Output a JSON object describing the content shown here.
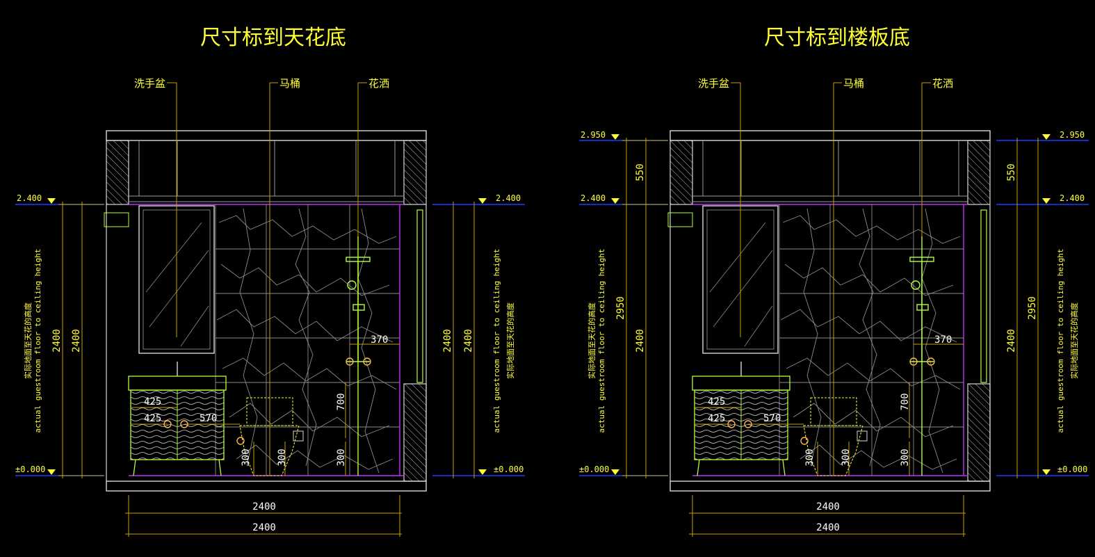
{
  "colors": {
    "background": "#000000",
    "annotation": "#ffff33",
    "leader": "#c8a000",
    "wall": "#d9d9d9",
    "tile": "#9a9a9a",
    "fixture": "#b5ff3a",
    "ceiling_line": "#c030ff",
    "level_line": "#1a3cff"
  },
  "panels": [
    {
      "title": "尺寸标到天花底",
      "callouts": {
        "basin": "洗手盆",
        "toilet": "马桶",
        "shower": "花洒"
      },
      "levels": {
        "ceiling": "2.400",
        "floor": "±0.000",
        "floor_right": "±0.000"
      },
      "vertical_dims": {
        "height_a": "2400",
        "height_b": "2400",
        "height_c": "2400",
        "height_d": "2400"
      },
      "notes": {
        "cn": "实际地面至天花的高度",
        "en": "actual guestroom floor to ceiling height"
      },
      "inner_dims": {
        "d425a": "425",
        "d425b": "425",
        "d570": "570",
        "d370": "370",
        "d700": "700",
        "d300a": "300",
        "d300b": "300",
        "d300c": "300"
      },
      "bottom_dims": {
        "width_1": "2400",
        "width_2": "2400"
      }
    },
    {
      "title": "尺寸标到楼板底",
      "callouts": {
        "basin": "洗手盆",
        "toilet": "马桶",
        "shower": "花洒"
      },
      "levels": {
        "slab": "2.950",
        "ceiling": "2.400",
        "floor": "±0.000",
        "slab_right": "2.950",
        "ceiling_right": "2.400",
        "floor_right": "±0.000"
      },
      "vertical_dims": {
        "plenum_left": "550",
        "slab_left": "2950",
        "height_left": "2400",
        "plenum_right": "550",
        "slab_right": "2950",
        "height_right": "2400"
      },
      "notes": {
        "cn": "实际地面至天花的高度",
        "en": "actual guestroom floor to ceiling height"
      },
      "inner_dims": {
        "d425a": "425",
        "d425b": "425",
        "d570": "570",
        "d370": "370",
        "d700": "700",
        "d300a": "300",
        "d300b": "300",
        "d300c": "300"
      },
      "bottom_dims": {
        "width_1": "2400",
        "width_2": "2400"
      }
    }
  ]
}
